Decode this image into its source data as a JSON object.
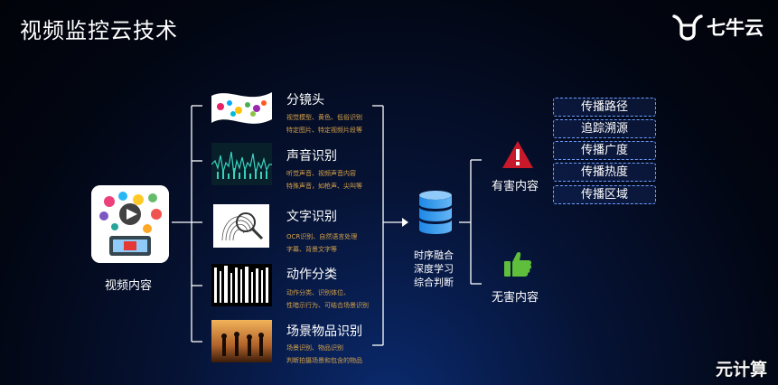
{
  "title": "视频监控云技术",
  "brand": {
    "name": "七牛云"
  },
  "source": {
    "label": "视频内容"
  },
  "categories": [
    {
      "name": "分镜头",
      "desc1": "视觉模型、黄色、低俗识别",
      "desc2": "特定图片、特定视频片段等"
    },
    {
      "name": "声音识别",
      "desc1": "听觉声音、视频声音内容",
      "desc2": "特殊声音，如枪声、尖叫等"
    },
    {
      "name": "文字识别",
      "desc1": "OCR识别、自然语言处理",
      "desc2": "字幕、背景文字等"
    },
    {
      "name": "动作分类",
      "desc1": "动作分类、识别体位、",
      "desc2": "性暗示行为、可结合场景识别"
    },
    {
      "name": "场景物品识别",
      "desc1": "场景识别、物品识别",
      "desc2": "判断拍摄场景和包含的物品"
    }
  ],
  "engine": {
    "line1": "时序融合",
    "line2": "深度学习",
    "line3": "综合判断"
  },
  "outcomes": {
    "harmful": "有害内容",
    "harmless": "无害内容"
  },
  "propagation": [
    "传播路径",
    "追踪溯源",
    "传播广度",
    "传播热度",
    "传播区域"
  ],
  "watermark": "元计算",
  "colors": {
    "warning": "#c8192a",
    "thumbs_up": "#5fbf3c",
    "dashed_border": "#6ea0ff",
    "desc_text": "#d6a24a"
  }
}
